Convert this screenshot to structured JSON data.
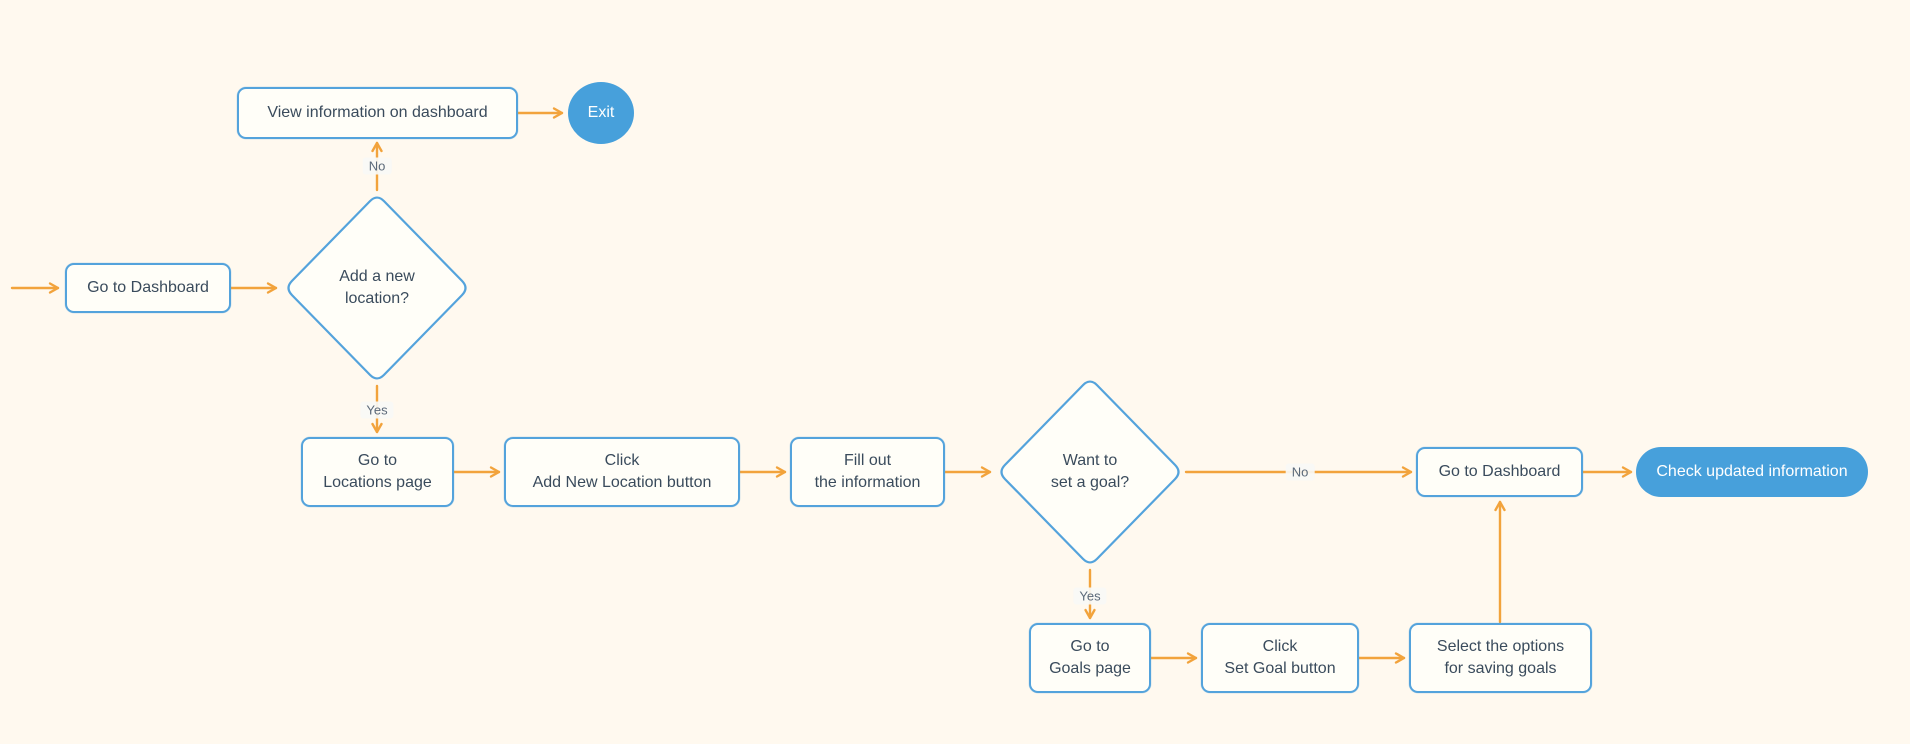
{
  "colors": {
    "background": "#FFF9EF",
    "node_border": "#54A3DC",
    "node_fill": "#FFFEF8",
    "node_text": "#3A4B5C",
    "arrow": "#F2A33C",
    "terminal_fill": "#47A0DB",
    "terminal_text": "#FFFFFF"
  },
  "nodes": {
    "go_to_dashboard_1": {
      "label": "Go to Dashboard"
    },
    "add_new_location_decision": {
      "label": "Add a new\nlocation?"
    },
    "view_information": {
      "label": "View information on dashboard"
    },
    "exit_terminal": {
      "label": "Exit"
    },
    "go_to_locations_page": {
      "label": "Go to\nLocations page"
    },
    "click_add_new_location": {
      "label": "Click\nAdd New Location button"
    },
    "fill_out_information": {
      "label": "Fill out\nthe information"
    },
    "set_goal_decision": {
      "label": "Want to\nset a goal?"
    },
    "go_to_dashboard_2": {
      "label": "Go to Dashboard"
    },
    "check_updated_information": {
      "label": "Check updated information"
    },
    "go_to_goals_page": {
      "label": "Go to\nGoals page"
    },
    "click_set_goal": {
      "label": "Click\nSet Goal button"
    },
    "select_options_saving_goals": {
      "label": "Select the options\nfor saving goals"
    }
  },
  "edge_labels": {
    "add_location_no": "No",
    "add_location_yes": "Yes",
    "set_goal_no": "No",
    "set_goal_yes": "Yes"
  }
}
